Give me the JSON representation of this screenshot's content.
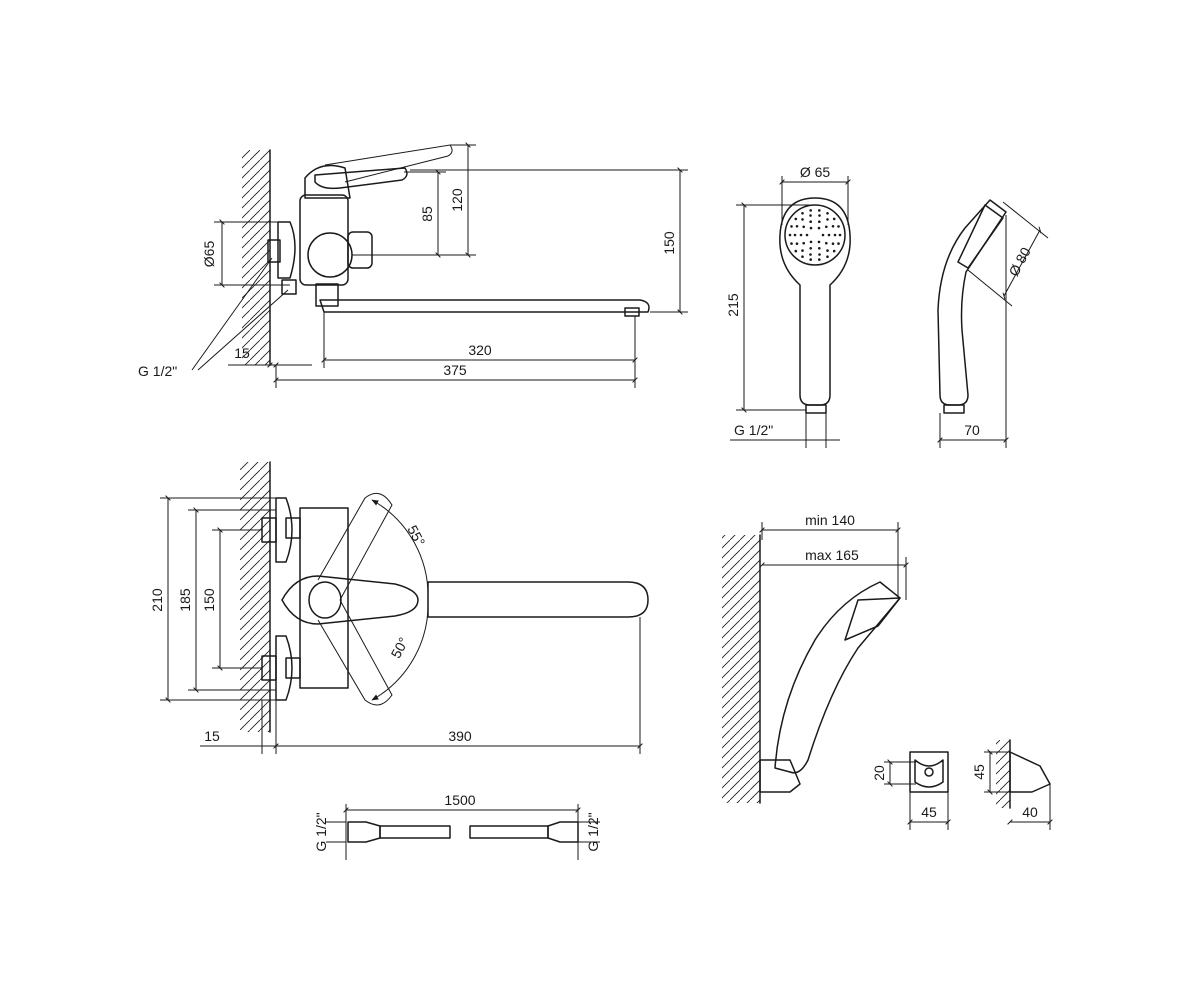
{
  "side_view": {
    "dim_width_total": "375",
    "dim_spout": "320",
    "dim_wall": "15",
    "dim_h_total": "150",
    "dim_h_top": "120",
    "dim_h_handle": "85",
    "dim_flange": "Ø65",
    "thread": "G 1/2\""
  },
  "hand_shower_front": {
    "dim_head": "Ø 65",
    "dim_length": "215",
    "thread": "G 1/2\""
  },
  "hand_shower_side": {
    "dim_head": "Ø 80",
    "dim_depth": "70"
  },
  "top_view": {
    "dim_210": "210",
    "dim_185": "185",
    "dim_150": "150",
    "dim_wall": "15",
    "dim_reach": "390",
    "angle_upper": "55°",
    "angle_lower": "50°"
  },
  "hose": {
    "length": "1500",
    "thread_left": "G 1/2\"",
    "thread_right": "G 1/2\""
  },
  "wall_holder": {
    "dim_min": "min 140",
    "dim_max": "max 165"
  },
  "holder_front": {
    "dim_height": "20",
    "dim_width": "45"
  },
  "holder_side": {
    "dim_height": "45",
    "dim_depth": "40"
  }
}
